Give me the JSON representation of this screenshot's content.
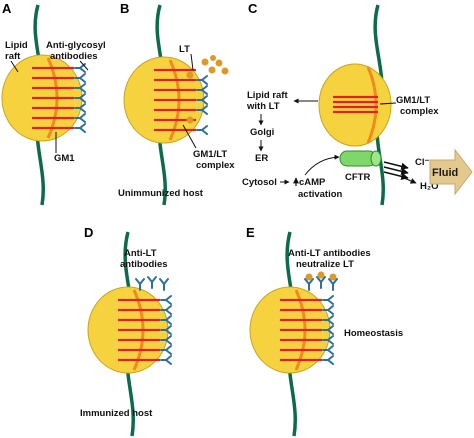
{
  "colors": {
    "membrane": "#0e6b4a",
    "raft_fill": "#f6d23f",
    "raft_stroke": "#c9a521",
    "raft_rim": "#f08a1c",
    "gm1": "#e0202a",
    "antibody": "#2f6f9e",
    "lt_toxin": "#d99a2a",
    "cftr": "#7fd66a",
    "fluid_arrow": "#e3c98e"
  },
  "panels": [
    {
      "letter": "A",
      "labels": [
        "Lipid",
        "raft",
        "Anti-glycosyl",
        "antibodies",
        "GM1"
      ]
    },
    {
      "letter": "B",
      "labels": [
        "LT",
        "GM1/LT",
        "complex",
        "Unimmunized host"
      ]
    },
    {
      "letter": "C",
      "labels": [
        "Lipid raft",
        "with LT",
        "Golgi",
        "ER",
        "Cytosol",
        "cAMP",
        "activation",
        "CFTR",
        "GM1/LT",
        "complex",
        "Cl⁻",
        "Fluid",
        "H₂O"
      ]
    },
    {
      "letter": "D",
      "labels": [
        "Anti-LT",
        "antibodies",
        "Immunized host"
      ]
    },
    {
      "letter": "E",
      "labels": [
        "Anti-LT antibodies",
        "neutralize LT",
        "Homeostasis"
      ]
    }
  ],
  "icons": [
    "lipid-raft-icon",
    "gm1-receptor-icon",
    "antibody-icon",
    "lt-toxin-icon",
    "cftr-channel-icon",
    "fluid-arrow-icon"
  ]
}
